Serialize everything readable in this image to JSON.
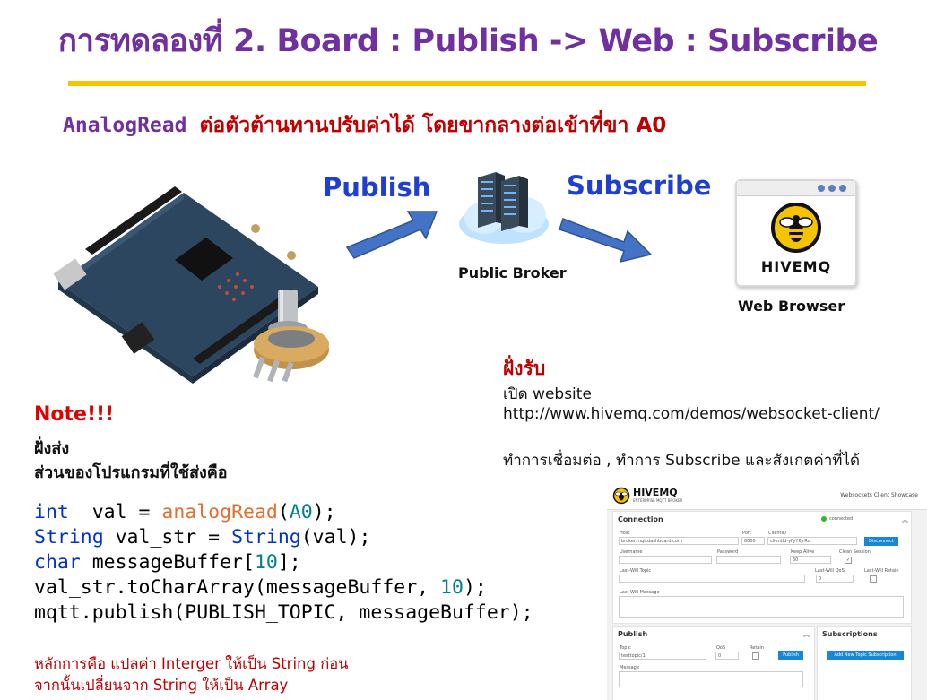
{
  "slide": {
    "title": "การทดลองที่ 2. Board : Publish -> Web : Subscribe",
    "subtitle_code": "AnalogRead",
    "subtitle_rest": "ต่อตัวต้านทานปรับค่าได้  โดยขากลางต่อเข้าที่ขา A0",
    "publish_label": "Publish",
    "subscribe_label": "Subscribe",
    "broker_label": "Public Broker",
    "browser_label": "Web Browser",
    "browser_logo_text": "HIVEMQ"
  },
  "receiver": {
    "heading": "ฝั่งรับ",
    "line1": "เปิด website",
    "url": "http://www.hivemq.com/demos/websocket-client/",
    "line3": "ทำการเชื่อมต่อ , ทำการ Subscribe และสังเกตค่าที่ได้"
  },
  "note": {
    "heading": "Note!!!",
    "line1": "ฝั่งส่ง",
    "line2": "ส่วนของโปรแกรมที่ใช้ส่งคือ"
  },
  "code": {
    "l1_kw": "int",
    "l1_a": "  val = ",
    "l1_fn": "analogRead",
    "l1_b": "(",
    "l1_num": "A0",
    "l1_c": ");",
    "l2_kw": "String",
    "l2_a": " val_str = ",
    "l2_kw2": "String",
    "l2_b": "(val);",
    "l3_kw": "char",
    "l3_a": " messageBuffer[",
    "l3_num": "10",
    "l3_b": "];",
    "l4_a": "val_str.toCharArray(messageBuffer, ",
    "l4_num": "10",
    "l4_b": ");",
    "l5": "mqtt.publish(PUBLISH_TOPIC, messageBuffer);"
  },
  "footer": {
    "line1": "หลักการคือ แปลค่า Interger ให้เป็น String ก่อน",
    "line2": "จากนั้นเปลี่ยนจาก String ให้เป็น Array"
  },
  "hivemq": {
    "logo": "HIVEMQ",
    "logo_sub": "ENTERPRISE MQTT BROKER",
    "header_right": "Websockets Client Showcase",
    "connection_title": "Connection",
    "status": "connected",
    "host_label": "Host",
    "host_value": "broker.mqttdashboard.com",
    "port_label": "Port",
    "port_value": "8000",
    "client_label": "ClientID",
    "client_value": "clientId-yFyY6JrRd",
    "disconnect": "Disconnect",
    "username_label": "Username",
    "password_label": "Password",
    "keepalive_label": "Keep Alive",
    "keepalive_value": "60",
    "clean_label": "Clean Session",
    "lw_topic_label": "Last-Will Topic",
    "lw_qos_label": "Last-Will QoS",
    "lw_qos_value": "0",
    "lw_retain_label": "Last-Will Retain",
    "lw_msg_label": "Last-Will Message",
    "publish_title": "Publish",
    "topic_label": "Topic",
    "topic_value": "testtopic/1",
    "qos_label": "QoS",
    "qos_value": "0",
    "retain_label": "Retain",
    "publish_btn": "Publish",
    "message_label": "Message",
    "subs_title": "Subscriptions",
    "add_sub_btn": "Add New Topic Subscription"
  },
  "colors": {
    "title": "#7030a0",
    "rule": "#f5c400",
    "accent_red": "#c00000",
    "arrow_blue": "#4472c4",
    "code_keyword": "#0033cc",
    "code_function": "#e07030",
    "code_number": "#00808a"
  }
}
